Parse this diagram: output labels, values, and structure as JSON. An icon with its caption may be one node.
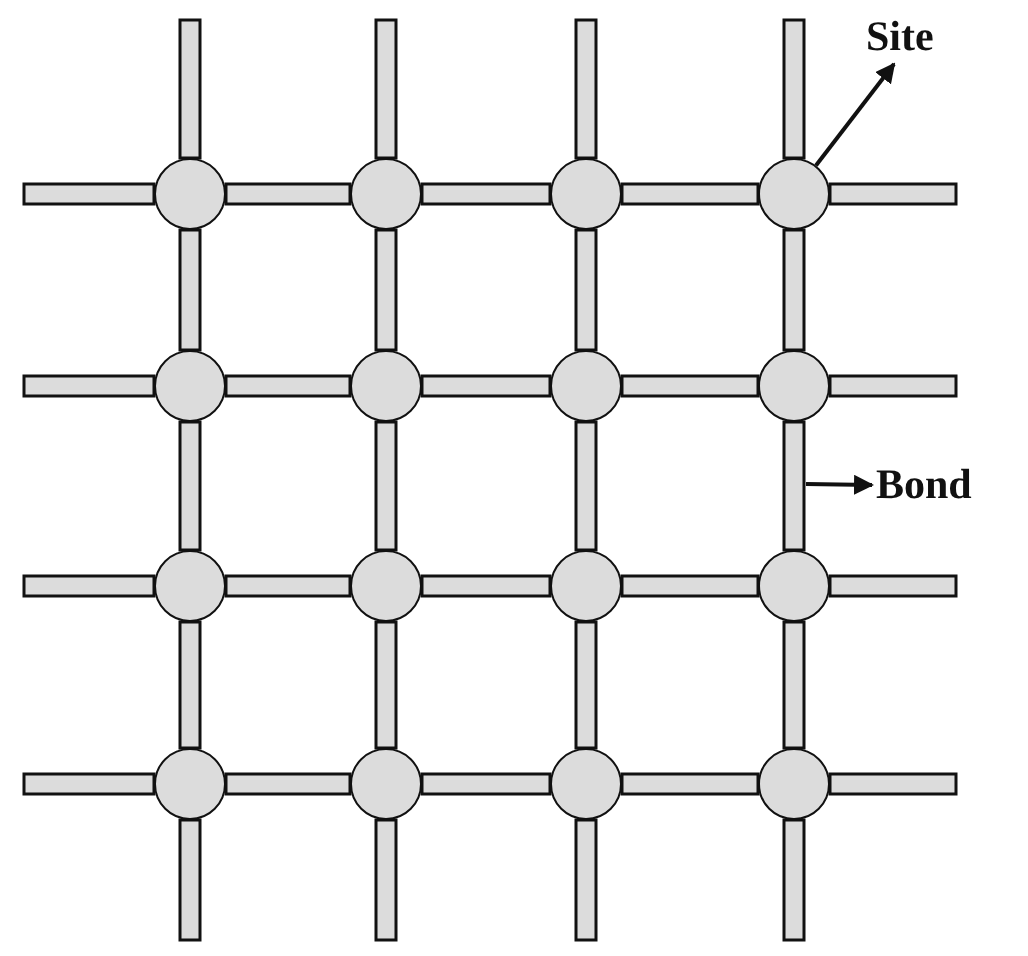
{
  "diagram": {
    "nodes": [
      {
        "text": [],
        "shape": "circle"
      },
      {
        "text": [],
        "shape": "circle"
      },
      {
        "text": [],
        "shape": "circle"
      },
      {
        "text": [],
        "shape": "circle"
      },
      {
        "text": [],
        "shape": "circle"
      },
      {
        "text": [],
        "shape": "circle"
      },
      {
        "text": [],
        "shape": "circle"
      },
      {
        "text": [],
        "shape": "circle"
      },
      {
        "text": [],
        "shape": "circle"
      },
      {
        "text": [],
        "shape": "circle"
      },
      {
        "text": [],
        "shape": "circle"
      },
      {
        "text": [],
        "shape": "circle"
      },
      {
        "text": [],
        "shape": "circle"
      },
      {
        "text": [],
        "shape": "circle"
      },
      {
        "text": [],
        "shape": "circle"
      },
      {
        "text": [],
        "shape": "circle"
      },
      {
        "text": [
          "Site"
        ]
      },
      {
        "text": [
          "Bond"
        ]
      }
    ],
    "edges": [
      {
        "from": null,
        "to": 0,
        "arrow": "none",
        "style": "thick"
      },
      {
        "from": 0,
        "to": 1,
        "arrow": "none",
        "style": "thick"
      },
      {
        "from": 1,
        "to": 2,
        "arrow": "none",
        "style": "thick"
      },
      {
        "from": 2,
        "to": 3,
        "arrow": "none",
        "style": "thick"
      },
      {
        "from": 3,
        "to": null,
        "arrow": "none",
        "style": "thick"
      },
      {
        "from": null,
        "to": 4,
        "arrow": "none",
        "style": "thick"
      },
      {
        "from": 4,
        "to": 5,
        "arrow": "none",
        "style": "thick"
      },
      {
        "from": 5,
        "to": 6,
        "arrow": "none",
        "style": "thick"
      },
      {
        "from": 6,
        "to": 7,
        "arrow": "none",
        "style": "thick"
      },
      {
        "from": 7,
        "to": null,
        "arrow": "none",
        "style": "thick"
      },
      {
        "from": null,
        "to": 8,
        "arrow": "none",
        "style": "thick"
      },
      {
        "from": 8,
        "to": 9,
        "arrow": "none",
        "style": "thick"
      },
      {
        "from": 9,
        "to": 10,
        "arrow": "none",
        "style": "thick"
      },
      {
        "from": 10,
        "to": 11,
        "arrow": "none",
        "style": "thick"
      },
      {
        "from": 11,
        "to": null,
        "arrow": "none",
        "style": "thick"
      },
      {
        "from": null,
        "to": 12,
        "arrow": "none",
        "style": "thick"
      },
      {
        "from": 12,
        "to": 13,
        "arrow": "none",
        "style": "thick"
      },
      {
        "from": 13,
        "to": 14,
        "arrow": "none",
        "style": "thick"
      },
      {
        "from": 14,
        "to": 15,
        "arrow": "none",
        "style": "thick"
      },
      {
        "from": 15,
        "to": null,
        "arrow": "none",
        "style": "thick"
      },
      {
        "from": null,
        "to": 0,
        "arrow": "none",
        "style": "thick"
      },
      {
        "from": 0,
        "to": 4,
        "arrow": "none",
        "style": "thick"
      },
      {
        "from": 4,
        "to": 8,
        "arrow": "none",
        "style": "thick"
      },
      {
        "from": 8,
        "to": 12,
        "arrow": "none",
        "style": "thick"
      },
      {
        "from": 12,
        "to": null,
        "arrow": "none",
        "style": "thick"
      },
      {
        "from": null,
        "to": 1,
        "arrow": "none",
        "style": "thick"
      },
      {
        "from": 1,
        "to": 5,
        "arrow": "none",
        "style": "thick"
      },
      {
        "from": 5,
        "to": 9,
        "arrow": "none",
        "style": "thick"
      },
      {
        "from": 9,
        "to": 13,
        "arrow": "none",
        "style": "thick"
      },
      {
        "from": 13,
        "to": null,
        "arrow": "none",
        "style": "thick"
      },
      {
        "from": null,
        "to": 2,
        "arrow": "none",
        "style": "thick"
      },
      {
        "from": 2,
        "to": 6,
        "arrow": "none",
        "style": "thick"
      },
      {
        "from": 6,
        "to": 10,
        "arrow": "none",
        "style": "thick"
      },
      {
        "from": 10,
        "to": 14,
        "arrow": "none",
        "style": "thick"
      },
      {
        "from": 14,
        "to": null,
        "arrow": "none",
        "style": "thick"
      },
      {
        "from": null,
        "to": 3,
        "arrow": "none",
        "style": "thick"
      },
      {
        "from": 3,
        "to": 7,
        "arrow": "none",
        "style": "thick"
      },
      {
        "from": 7,
        "to": 11,
        "arrow": "none",
        "style": "thick"
      },
      {
        "from": 11,
        "to": 15,
        "arrow": "none",
        "style": "thick"
      },
      {
        "from": 15,
        "to": null,
        "arrow": "none",
        "style": "thick"
      },
      {
        "from": 3,
        "to": 16,
        "arrow": "to"
      },
      {
        "from": null,
        "to": 17,
        "arrow": "to"
      }
    ]
  }
}
